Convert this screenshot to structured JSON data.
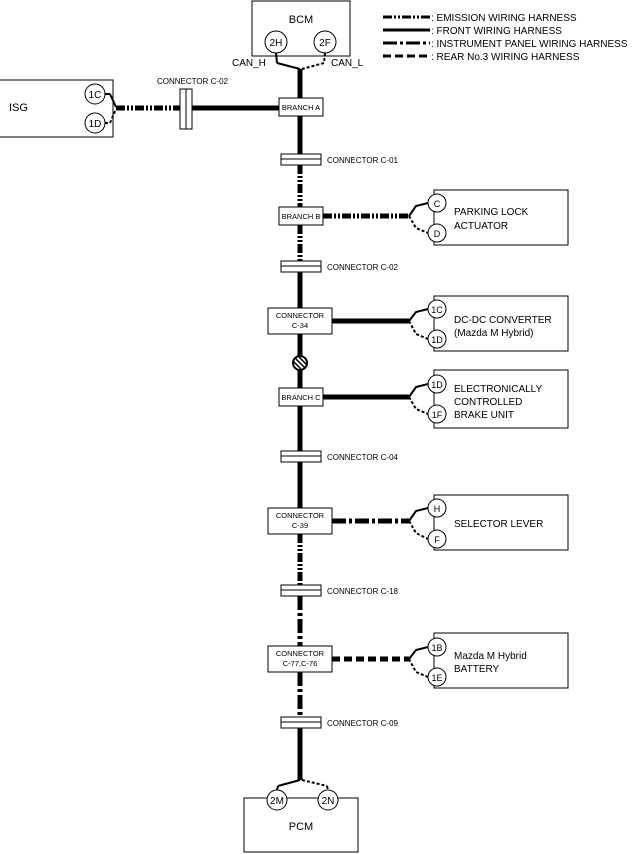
{
  "legend": [
    {
      "style": "emission",
      "label": ": EMISSION WIRING HARNESS"
    },
    {
      "style": "front",
      "label": ": FRONT WIRING HARNESS"
    },
    {
      "style": "instrument",
      "label": ": INSTRUMENT PANEL WIRING HARNESS"
    },
    {
      "style": "rear",
      "label": ": REAR No.3 WIRING HARNESS"
    }
  ],
  "modules": {
    "bcm": {
      "name": "BCM",
      "pins": [
        "2H",
        "2F"
      ],
      "can_h": "CAN_H",
      "can_l": "CAN_L"
    },
    "isg": {
      "name": "ISG",
      "pins": [
        "1C",
        "1D"
      ]
    },
    "pcm": {
      "name": "PCM",
      "pins": [
        "2M",
        "2N"
      ]
    },
    "parking_lock": {
      "line1": "PARKING LOCK",
      "line2": "ACTUATOR",
      "pins": [
        "C",
        "D"
      ]
    },
    "dcdc": {
      "line1": "DC-DC CONVERTER",
      "line2": "(Mazda M Hybrid)",
      "pins": [
        "1C",
        "1D"
      ]
    },
    "brake": {
      "line1": "ELECTRONICALLY",
      "line2": "CONTROLLED",
      "line3": "BRAKE UNIT",
      "pins": [
        "1D",
        "1F"
      ]
    },
    "selector": {
      "line1": "SELECTOR LEVER",
      "pins": [
        "H",
        "F"
      ]
    },
    "battery": {
      "line1": "Mazda M Hybrid",
      "line2": "BATTERY",
      "pins": [
        "1B",
        "1E"
      ]
    }
  },
  "branches": {
    "a": "BRANCH A",
    "b": "BRANCH B",
    "c": "BRANCH C"
  },
  "connector_boxes": {
    "c34": {
      "line1": "CONNECTOR",
      "line2": "C-34"
    },
    "c39": {
      "line1": "CONNECTOR",
      "line2": "C-39"
    },
    "c77": {
      "line1": "CONNECTOR",
      "line2": "C-77,C-76"
    }
  },
  "inline_connectors": {
    "c02_isg": "CONNECTOR C-02",
    "c01": "CONNECTOR C-01",
    "c02": "CONNECTOR C-02",
    "c04": "CONNECTOR C-04",
    "c18": "CONNECTOR C-18",
    "c09": "CONNECTOR C-09"
  }
}
